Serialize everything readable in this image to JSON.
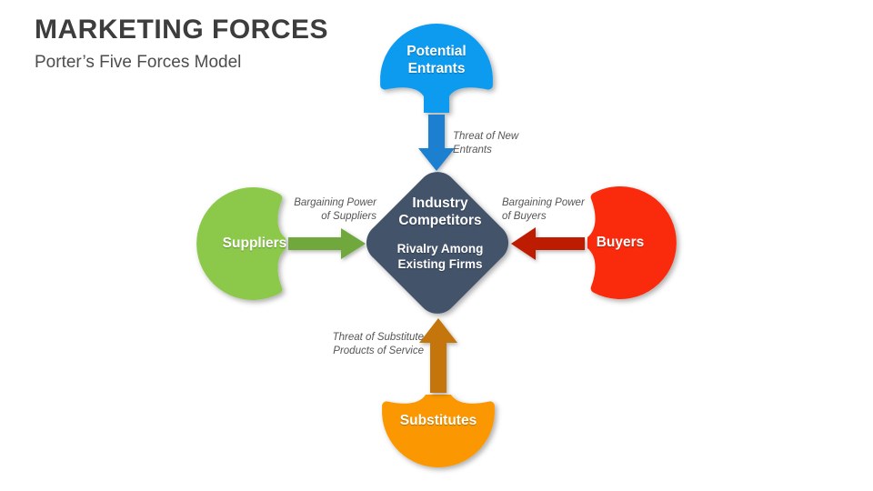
{
  "header": {
    "title": "MARKETING FORCES",
    "subtitle": "Porter’s Five Forces Model"
  },
  "colors": {
    "background": "#ffffff",
    "title_text": "#3d3d3d",
    "subtitle_text": "#4d4d4d",
    "caption_text": "#555555",
    "center": "#42536B",
    "potential_entrants": "#0C9BF0",
    "suppliers": "#8CC94B",
    "buyers": "#FA2B08",
    "substitutes": "#FB9706",
    "arrow_new_entrants": "#1C7FD0",
    "arrow_suppliers": "#6FA83C",
    "arrow_buyers": "#BE1A06",
    "arrow_substitutes": "#C4760A"
  },
  "center_node": {
    "name": "industry-competitors",
    "title": "Industry\nCompetitors",
    "subtitle": "Rivalry Among\nExisting Firms"
  },
  "nodes": [
    {
      "id": "potential-entrants",
      "label": "Potential\nEntrants",
      "position": "top",
      "color": "#0C9BF0"
    },
    {
      "id": "suppliers",
      "label": "Suppliers",
      "position": "left",
      "color": "#8CC94B"
    },
    {
      "id": "buyers",
      "label": "Buyers",
      "position": "right",
      "color": "#FA2B08"
    },
    {
      "id": "substitutes",
      "label": "Substitutes",
      "position": "bottom",
      "color": "#FB9706"
    }
  ],
  "connectors": [
    {
      "id": "threat-of-new-entrants",
      "caption": "Threat of New\nEntrants",
      "from": "potential-entrants",
      "to": "industry-competitors",
      "direction": "down",
      "color": "#1C7FD0"
    },
    {
      "id": "bargaining-power-of-suppliers",
      "caption": "Bargaining Power\nof Suppliers",
      "from": "suppliers",
      "to": "industry-competitors",
      "direction": "right",
      "color": "#6FA83C"
    },
    {
      "id": "bargaining-power-of-buyers",
      "caption": "Bargaining Power\nof Buyers",
      "from": "buyers",
      "to": "industry-competitors",
      "direction": "left",
      "color": "#BE1A06"
    },
    {
      "id": "threat-of-substitute-products",
      "caption": "Threat of Substitute\nProducts of Service",
      "from": "substitutes",
      "to": "industry-competitors",
      "direction": "up",
      "color": "#C4760A"
    }
  ]
}
